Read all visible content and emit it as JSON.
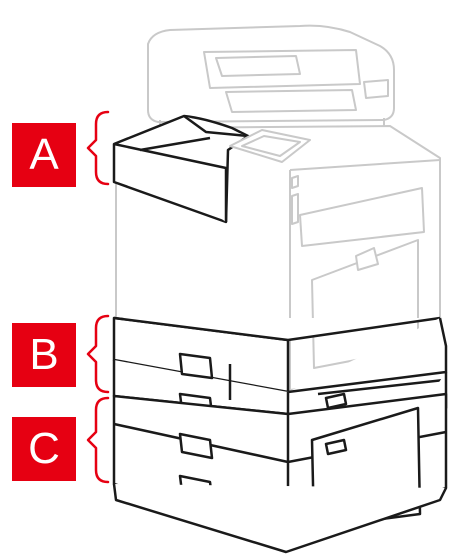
{
  "callouts": {
    "a": {
      "label": "A"
    },
    "b": {
      "label": "B"
    },
    "c": {
      "label": "C"
    }
  },
  "colors": {
    "callout_bg": "#e60012",
    "callout_text": "#ffffff",
    "bracket": "#e60012",
    "outline_faded": "#cccccc",
    "outline_strong": "#1a1a1a"
  }
}
